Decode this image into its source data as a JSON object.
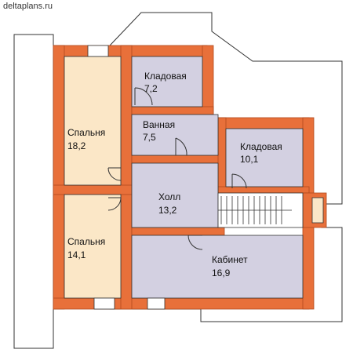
{
  "watermark": "deltaplans.ru",
  "colors": {
    "wall": "#e8703a",
    "wall_outline": "#b04a1e",
    "room_lilac": "#d3d0e1",
    "room_peach": "#fbe7c7",
    "roof": "#ffffff",
    "line": "#333333"
  },
  "rooms": [
    {
      "id": "storage_top",
      "name": "Кладовая",
      "area": "7,2",
      "fill": "lilac"
    },
    {
      "id": "bedroom_upper",
      "name": "Спальня",
      "area": "18,2",
      "fill": "peach"
    },
    {
      "id": "bathroom",
      "name": "Ванная",
      "area": "7,5",
      "fill": "lilac"
    },
    {
      "id": "storage_right",
      "name": "Кладовая",
      "area": "10,1",
      "fill": "lilac"
    },
    {
      "id": "hall",
      "name": "Холл",
      "area": "13,2",
      "fill": "lilac"
    },
    {
      "id": "bedroom_lower",
      "name": "Спальня",
      "area": "14,1",
      "fill": "peach"
    },
    {
      "id": "study",
      "name": "Кабинет",
      "area": "16,9",
      "fill": "lilac"
    }
  ]
}
